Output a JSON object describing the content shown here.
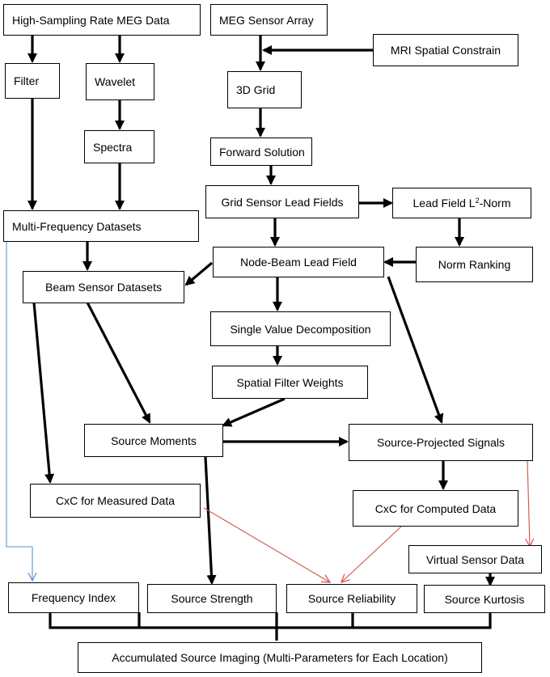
{
  "nodes": {
    "high_sampling": "High-Sampling Rate MEG Data",
    "meg_sensor": "MEG Sensor Array",
    "mri": "MRI Spatial Constrain",
    "filter": "Filter",
    "wavelet": "Wavelet",
    "grid3d": "3D Grid",
    "spectra": "Spectra",
    "forward": "Forward Solution",
    "grid_lead": "Grid Sensor Lead Fields",
    "lead_norm_pre": "Lead Field L",
    "lead_norm_sup": "2",
    "lead_norm_post": "-Norm",
    "multi_freq": "Multi-Frequency Datasets",
    "node_beam": "Node-Beam Lead Field",
    "norm_rank": "Norm Ranking",
    "beam_sensor": "Beam Sensor Datasets",
    "svd": "Single Value Decomposition",
    "sfw": "Spatial Filter Weights",
    "source_moments": "Source Moments",
    "source_projected": "Source-Projected Signals",
    "cxc_measured": "CxC for Measured Data",
    "cxc_computed": "CxC for Computed Data",
    "virtual_sensor": "Virtual Sensor Data",
    "freq_index": "Frequency Index",
    "source_strength": "Source Strength",
    "source_reliability": "Source Reliability",
    "source_kurtosis": "Source Kurtosis",
    "accumulated": "Accumulated Source Imaging (Multi-Parameters for Each Location)"
  },
  "colors": {
    "thick_arrow": "#000000",
    "blue_arrow": "#5b8fd0",
    "red_arrow": "#d0524a"
  }
}
